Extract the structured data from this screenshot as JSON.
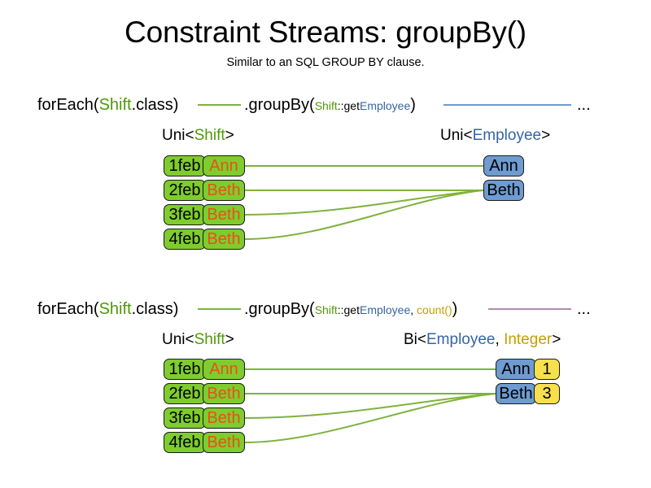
{
  "header": {
    "title": "Constraint Streams: groupBy()",
    "subtitle": "Similar to an SQL GROUP BY clause."
  },
  "colors": {
    "shift_green": "#4E9A06",
    "employee_blue": "#3465A4",
    "count_gold": "#C4A000",
    "box_green": "#7FCC2E",
    "box_blue": "#6E9BD1",
    "box_yellow": "#F7E04C",
    "name_orange": "#E8501A",
    "wire_green": "#7FB23C",
    "wire_blue": "#6E9BD1",
    "wire_purple": "#B08CB0"
  },
  "sections": [
    {
      "id": "section-1",
      "code": {
        "for_each_prefix": "forEach(",
        "for_each_type": "Shift",
        "for_each_suffix": ".class)",
        "group_by_prefix": ".groupBy(",
        "arg_type": "Shift",
        "arg_sep": "::get",
        "arg_prop": "Employee",
        "group_by_suffix": ")",
        "ellipsis": "..."
      },
      "left_label": {
        "outer": "Uni<",
        "inner": "Shift",
        "close": ">"
      },
      "right_label": {
        "outer": "Uni<",
        "inner": "Employee",
        "close": ">"
      },
      "left_rows": [
        {
          "date": "1feb",
          "name": "Ann"
        },
        {
          "date": "2feb",
          "name": "Beth"
        },
        {
          "date": "3feb",
          "name": "Beth"
        },
        {
          "date": "4feb",
          "name": "Beth"
        }
      ],
      "right_rows": [
        {
          "name": "Ann"
        },
        {
          "name": "Beth"
        }
      ]
    },
    {
      "id": "section-2",
      "code": {
        "for_each_prefix": "forEach(",
        "for_each_type": "Shift",
        "for_each_suffix": ".class)",
        "group_by_prefix": ".groupBy(",
        "arg_type": "Shift",
        "arg_sep": "::get",
        "arg_prop": "Employee",
        "arg_comma": ", ",
        "arg_count": "count()",
        "group_by_suffix": ")",
        "ellipsis": "..."
      },
      "left_label": {
        "outer": "Uni<",
        "inner": "Shift",
        "close": ">"
      },
      "right_label": {
        "outer": "Bi<",
        "inner": "Employee",
        "comma": ", ",
        "inner2": "Integer",
        "close": ">"
      },
      "left_rows": [
        {
          "date": "1feb",
          "name": "Ann"
        },
        {
          "date": "2feb",
          "name": "Beth"
        },
        {
          "date": "3feb",
          "name": "Beth"
        },
        {
          "date": "4feb",
          "name": "Beth"
        }
      ],
      "right_rows": [
        {
          "name": "Ann",
          "count": "1"
        },
        {
          "name": "Beth",
          "count": "3"
        }
      ]
    }
  ]
}
